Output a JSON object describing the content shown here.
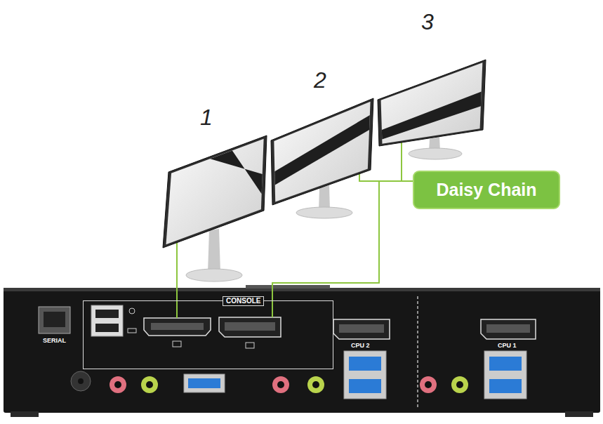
{
  "diagram": {
    "nodes": [
      {
        "text": [
          "1"
        ]
      },
      {
        "text": [
          "2"
        ]
      },
      {
        "text": [
          "3"
        ]
      },
      {
        "text": [
          "Daisy Chain"
        ]
      },
      {
        "text": [
          "CONSOLE"
        ]
      }
    ],
    "edges": [
      {
        "from": 4,
        "to": 0,
        "arrow": "none"
      },
      {
        "from": 4,
        "to": 1,
        "arrow": "none"
      },
      {
        "from": 4,
        "to": 2,
        "arrow": "none"
      },
      {
        "from": 3,
        "to": 1,
        "arrow": "none"
      },
      {
        "from": 3,
        "to": 2,
        "arrow": "none"
      }
    ],
    "labels": [
      "SERIAL",
      "CPU 2",
      "CPU 1"
    ]
  }
}
